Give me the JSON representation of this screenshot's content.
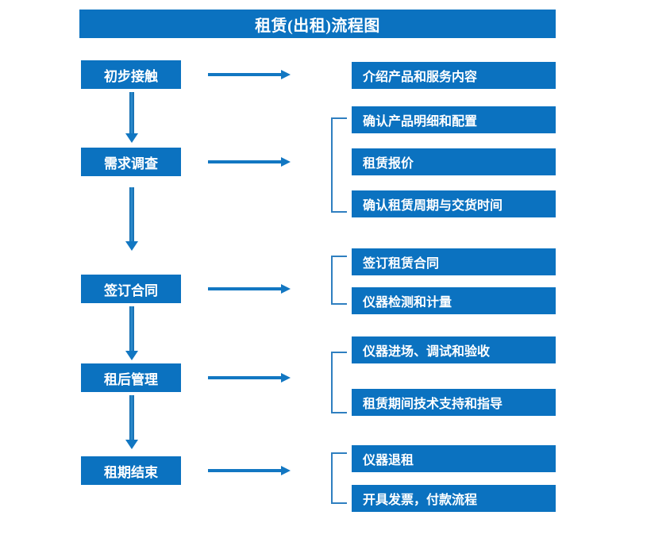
{
  "diagram": {
    "title": "租赁(出租)流程图",
    "accent_color": "#0b72c0",
    "arrow_color": "#1277c2",
    "bracket_color": "#2f7fc0",
    "text_color": "#ffffff",
    "background_color": "#ffffff",
    "stages": [
      {
        "label": "初步接触",
        "details": [
          "介绍产品和服务内容"
        ],
        "bracketed": false
      },
      {
        "label": "需求调查",
        "details": [
          "确认产品明细和配置",
          "租赁报价",
          "确认租赁周期与交货时间"
        ],
        "bracketed": true
      },
      {
        "label": "签订合同",
        "details": [
          "签订租赁合同",
          "仪器检测和计量"
        ],
        "bracketed": true
      },
      {
        "label": "租后管理",
        "details": [
          "仪器进场、调试和验收",
          "租赁期间技术支持和指导"
        ],
        "bracketed": true
      },
      {
        "label": "租期结束",
        "details": [
          "仪器退租",
          "开具发票，付款流程"
        ],
        "bracketed": true
      }
    ],
    "connectors": {
      "stage_to_detail": "right-arrow",
      "stage_to_stage": "down-arrow"
    }
  }
}
